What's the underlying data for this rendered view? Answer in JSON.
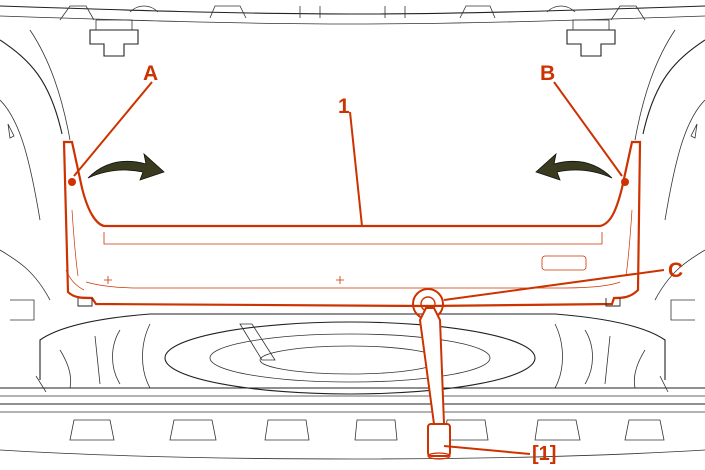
{
  "callouts": {
    "a": "A",
    "b": "B",
    "c": "C",
    "panel": "1",
    "tool": "[1]"
  },
  "colors": {
    "highlight": "#cc3300",
    "outline": "#222222",
    "arrow_fill": "#3a3a1f",
    "background": "#ffffff"
  }
}
